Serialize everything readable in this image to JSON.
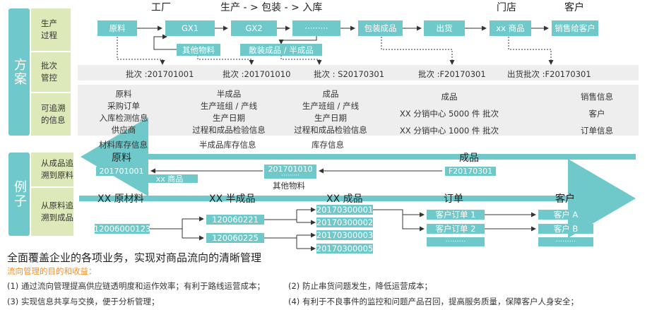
{
  "stage_headers": {
    "factory": "工厂",
    "process": "生产 - > 包装 - > 入库",
    "store": "门店",
    "customer": "客户"
  },
  "section_plan": "方案",
  "section_example": "例子",
  "row_labels": {
    "production": "生产\n过程",
    "batch": "批次\n管控",
    "trace": "可追溯\n的信息",
    "from_product": "从成品追\n溯到原料",
    "from_material": "从原料追\n溯到成品"
  },
  "flow_boxes": {
    "raw": "原料",
    "gx1": "GX1",
    "gx2": "GX2",
    "dots": "·········",
    "pack": "包装成品",
    "ship": "出货",
    "xx_goods": "xx 商品",
    "sell": "销售给客户",
    "other_materials": "其他物料",
    "bulk": "散装成品 / 半成品"
  },
  "batches": [
    "批次 :201701001",
    "批次 :201701010",
    "批次 : S20170301",
    "批次 :F20170301",
    "出货批次 :F20170301"
  ],
  "trace_info": [
    [
      "原料",
      "采购订单",
      "入库检测信息",
      "供应商"
    ],
    [
      "半成品",
      "生产班组 / 产线",
      "生产日期",
      "过程和成品检验信息"
    ],
    [
      "成品",
      "生产班组 / 产线",
      "生产日期",
      "过程和成品检验信息"
    ],
    [
      "成品",
      "XX 分销中心 5000 件 批次",
      "XX 分销中心 1000 件 批次"
    ],
    [
      "销售信息",
      "客户",
      "订单信息"
    ]
  ],
  "inventory": [
    "材料库存信息",
    "半成品库存信息",
    "库存信息"
  ],
  "example_back": {
    "raw_header": "原料",
    "product_header": "成品",
    "batch1": "201701001",
    "goods": "xx 商品",
    "batch2": "201701010",
    "dots": "·········",
    "other": "其他物料",
    "batch3": "F20170301"
  },
  "example_fwd": {
    "headers": [
      "XX 原材料",
      "XX 半成品",
      "XX 成品",
      "订单",
      "客户"
    ],
    "raw": "12006000123",
    "semi": [
      "120060221",
      "120060225"
    ],
    "products": [
      "20170300001",
      "20170300002",
      "20170300003",
      "20170300005"
    ],
    "orders": [
      "客户订单 1",
      "客户订单 2",
      "·········"
    ],
    "customers": [
      "客户 A",
      "客户 B",
      "·········"
    ]
  },
  "summary": {
    "title": "全面覆盖企业的各项业务，实现对商品流向的清晰管理",
    "subtitle": "流向管理的目的和收益：",
    "points": [
      "(1)  通过流向管理提高供应链透明度和运作效率；有利于路线运营成本；",
      "(2)  防止串货问题发生，降低运营成本；",
      "(3)  实现信息共享与交换，便于分析管理；",
      "(4)  有利于不良事件的监控和问题产品召回，提高服务质量，保障客户人身安全；"
    ]
  },
  "colors": {
    "teal": "#6fc8c9",
    "label_green": "#dde9b8",
    "band_gray": "#eeeeee",
    "orange": "#f0912d"
  }
}
